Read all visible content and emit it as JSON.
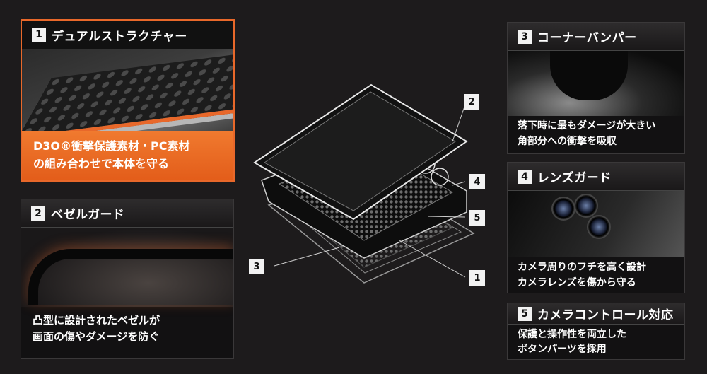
{
  "features": [
    {
      "num": "1",
      "title": "デュアルストラクチャー",
      "desc": [
        "D3O®衝撃保護素材・PC素材",
        "の組み合わせで本体を守る"
      ]
    },
    {
      "num": "2",
      "title": "ベゼルガード",
      "desc": [
        "凸型に設計されたベゼルが",
        "画面の傷やダメージを防ぐ"
      ]
    },
    {
      "num": "3",
      "title": "コーナーバンパー",
      "desc": [
        "落下時に最もダメージが大きい",
        "角部分への衝撃を吸収"
      ]
    },
    {
      "num": "4",
      "title": "レンズガード",
      "desc": [
        "カメラ周りのフチを高く設計",
        "カメラレンズを傷から守る"
      ]
    },
    {
      "num": "5",
      "title": "カメラコントロール対応",
      "desc": [
        "保護と操作性を両立した",
        "ボタンパーツを採用"
      ]
    }
  ],
  "callouts": [
    "2",
    "4",
    "5",
    "3",
    "1"
  ],
  "colors": {
    "accent": "#e8682a",
    "background": "#1d1b1c"
  }
}
